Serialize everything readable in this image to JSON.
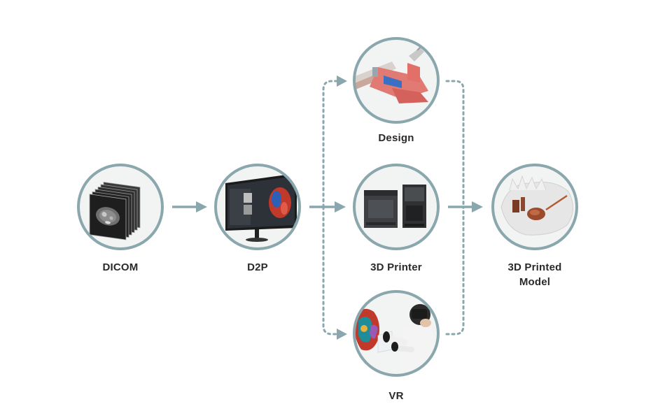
{
  "labels": {
    "dicom": "DICOM",
    "d2p": "D2P",
    "design": "Design",
    "printer": "3D Printer",
    "model_line1": "3D Printed",
    "model_line2": "Model",
    "vr": "VR"
  },
  "colors": {
    "ring": "#8aa7ad",
    "connector": "#8aa7ad",
    "text": "#2a2a2a"
  },
  "icons": {
    "dicom": "dicom-image-stack-icon",
    "d2p": "d2p-monitor-icon",
    "design": "design-cad-model-icon",
    "printer": "3d-printer-machines-icon",
    "model": "printed-jaw-model-icon",
    "vr": "vr-headset-user-icon"
  }
}
